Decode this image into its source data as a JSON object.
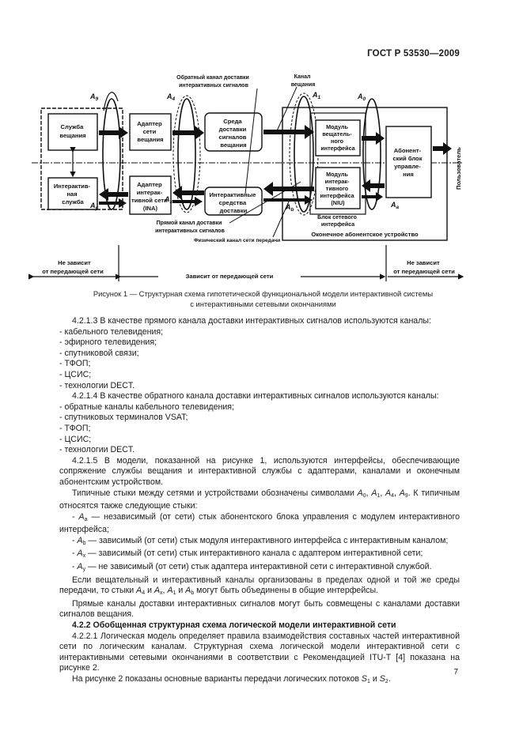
{
  "header": {
    "doc_id": "ГОСТ Р 53530—2009"
  },
  "figure": {
    "labels": {
      "sluzhba_veshchaniya": [
        "Служба",
        "вещания"
      ],
      "interaktivnaya_sluzhba": [
        "Интерактив-",
        "ная",
        "служба"
      ],
      "adapter_veshchaniya": [
        "Адаптер",
        "сети",
        "вещания"
      ],
      "adapter_ina": [
        "Адаптер",
        "интерак-",
        "тивной сети",
        "(INA)"
      ],
      "sreda_dostavki": [
        "Среда",
        "доставки",
        "сигналов",
        "вещания"
      ],
      "interaktivnye_sredstva": [
        "Интерактивные",
        "средства",
        "доставки"
      ],
      "modul_veshch": [
        "Модуль",
        "вещатель-",
        "ного",
        "интерфейса"
      ],
      "modul_nіu": [
        "Модуль",
        "интерак-",
        "тивного",
        "интерфейса",
        "(NIU)"
      ],
      "abonentsky_blok": [
        "Абонент-",
        "ский блок",
        "управле-",
        "ния"
      ],
      "blok_setevogo": [
        "Блок сетевого",
        "интерфейса"
      ],
      "okonechnoe": "Оконечное абонентское устройство",
      "polzovatel": "Пользователь",
      "obratny_kanal": [
        "Обратный канал доставки",
        "интерактивных сигналов"
      ],
      "kanal_veshchaniya": [
        "Канал",
        "вещания"
      ],
      "pryamoy_kanal": [
        "Прямой канал доставки",
        "интерактивных сигналов"
      ],
      "fizichesky_kanal": "Физический канал сети передачи",
      "ne_zavisit_left": [
        "Не зависит",
        "от передающей сети"
      ],
      "zavisit": "Зависит от передающей сети",
      "ne_zavisit_right": [
        "Не зависит",
        "от передающей сети"
      ],
      "A9": "A",
      "A9_sub": "9",
      "A4": "A",
      "A4_sub": "4",
      "A1": "A",
      "A1_sub": "1",
      "A0": "A",
      "A0_sub": "0",
      "Ay": "A",
      "Ay_sub": "y",
      "Ax": "A",
      "Ax_sub": "x",
      "Ab": "A",
      "Ab_sub": "b",
      "Aa": "A",
      "Aa_sub": "a"
    },
    "caption": [
      "Рисунок 1 — Структурная схема гипотетической функциональной модели интерактивной системы",
      "с интерактивными сетевыми окончаниями"
    ]
  },
  "body": {
    "p1": "4.2.1.3 В качестве прямого канала доставки интерактивных сигналов используются каналы:",
    "list1": [
      "- кабельного телевидения;",
      "- эфирного телевидения;",
      "- спутниковой связи;",
      "- ТФОП;",
      "- ЦСИС;",
      "- технологии DECT."
    ],
    "p2": "4.2.1.4 В качестве обратного канала доставки интерактивных сигналов используются каналы:",
    "list2": [
      "- обратные каналы кабельного телевидения;",
      "- спутниковых терминалов VSAT;",
      "- ТФОП;",
      "- ЦСИС;",
      "- технологии DECT."
    ],
    "p3": "4.2.1.5 В модели, показанной на рисунке 1, используются интерфейсы, обеспечивающие сопряжение службы вещания и интерактивной службы с адаптерами, каналами и оконечным абонентским устройством.",
    "p4_a": "Типичные стыки между сетями и устройствами обозначены символами ",
    "p4_b": ". К типичным относятся также следующие стыки:",
    "p5_rest": " — независимый (от сети) стык абонентского блока управления с модулем интерактивного интерфейса;",
    "p6_rest": " — зависимый (от сети) стык модуля интерактивного интерфейса с интерактивным каналом;",
    "p7_rest": " — зависимый (от сети) стык интерактивного канала с адаптером интерактивной сети;",
    "p8_rest": " — не зависимый (от сети) стык адаптера интерактивной сети с интерактивной службой.",
    "p9": "Если вещательный и интерактивный каналы организованы в пределах одной и той же среды передачи, то стыки ",
    "p9_mid": " могут быть объединены в общие интерфейсы.",
    "p10": "Прямые каналы доставки интерактивных сигналов могут быть совмещены с каналами доставки сигналов вещания.",
    "h2": "4.2.2 Обобщенная структурная схема логической модели интерактивной сети",
    "p11": "4.2.2.1 Логическая модель определяет правила взаимодействия составных частей интерактивной сети по логическим каналам. Структурная схема логической модели интерактивной сети с интерактивными сетевыми окончаниями в соответствии с Рекомендацией ITU-T [4] показана на рисунке 2.",
    "p12_a": "На рисунке 2 показаны основные варианты передачи логических потоков ",
    "p12_b": "."
  },
  "symbols": {
    "A": "A",
    "S": "S",
    "s0": "0",
    "s1": "1",
    "s4": "4",
    "s9": "9",
    "sa": "a",
    "sb": "b",
    "sx": "x",
    "sy": "y",
    "s2": "2",
    "comma": ", ",
    "and": " и ",
    "dash": "- "
  },
  "page_number": "7"
}
